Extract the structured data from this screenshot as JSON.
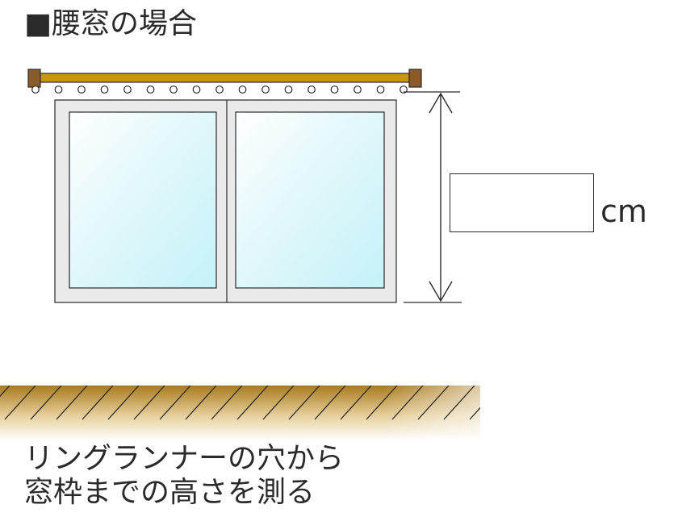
{
  "title": "■腰窓の場合",
  "measurement": {
    "value": "",
    "unit": "cm"
  },
  "instruction": {
    "line1": "リングランナーの穴から",
    "line2": "窓枠までの高さを測る"
  },
  "colors": {
    "curtain_rail": "#c8960a",
    "rail_end_caps": "#8b5a2b",
    "window_frame": "#eaeaea",
    "glass": "#d8f6fb",
    "floor_gradient_top": "#a87a1e",
    "floor_gradient_bottom": "#ffffff",
    "line": "#2a2a2a"
  },
  "icons": {
    "rail": "curtain-rail-icon",
    "window": "sliding-window-icon",
    "arrow": "double-headed-vertical-arrow-icon",
    "floor": "floor-hatching-icon"
  }
}
